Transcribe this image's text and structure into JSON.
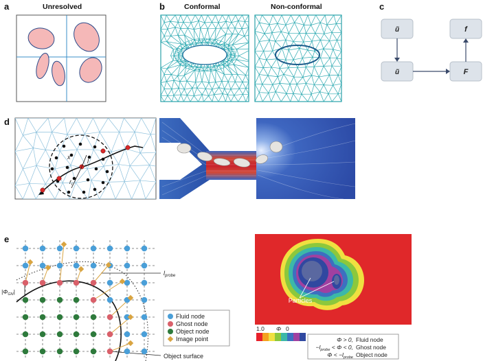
{
  "panels": {
    "a": {
      "letter": "a",
      "title": "Unresolved"
    },
    "b": {
      "letter": "b",
      "title_left": "Conformal",
      "title_right": "Non-conformal"
    },
    "c": {
      "letter": "c",
      "box_top_left": "ũ",
      "box_top_right": "f",
      "box_bottom_left": "ũ",
      "box_bottom_right": "F"
    },
    "d": {
      "letter": "d",
      "label_x": "x",
      "label_r": "r",
      "label_sub": "i",
      "label_l": "l"
    },
    "e": {
      "letter": "e",
      "probe_label": "l",
      "probe_sub": "probe",
      "ghost_label": "|Φ",
      "ghost_sub": "GN",
      "ghost_end": "|",
      "object_surface": "Object surface",
      "particles": "Particles",
      "legend": [
        {
          "name": "Fluid node",
          "color": "#4a9fd8"
        },
        {
          "name": "Ghost node",
          "color": "#d9606a"
        },
        {
          "name": "Object node",
          "color": "#2e7a3c"
        },
        {
          "name": "Image point",
          "color": "#d9a441"
        }
      ],
      "colorbar": {
        "max": "1.0",
        "mid": "Φ",
        "min": "0",
        "colors": [
          "#e8202a",
          "#f4a020",
          "#f0e040",
          "#8cc83c",
          "#3cb8a8",
          "#3c70c0",
          "#a040a0",
          "#3048a0"
        ]
      },
      "conditions": [
        {
          "cond": "Φ > 0,",
          "label": "Fluid node"
        },
        {
          "cond": "−l",
          "sub": "probe",
          "cond2": " < Φ < 0,",
          "label": "Ghost node"
        },
        {
          "cond": "Φ < −l",
          "sub": "probe",
          "cond2": "",
          "label": "Object node"
        }
      ]
    }
  }
}
